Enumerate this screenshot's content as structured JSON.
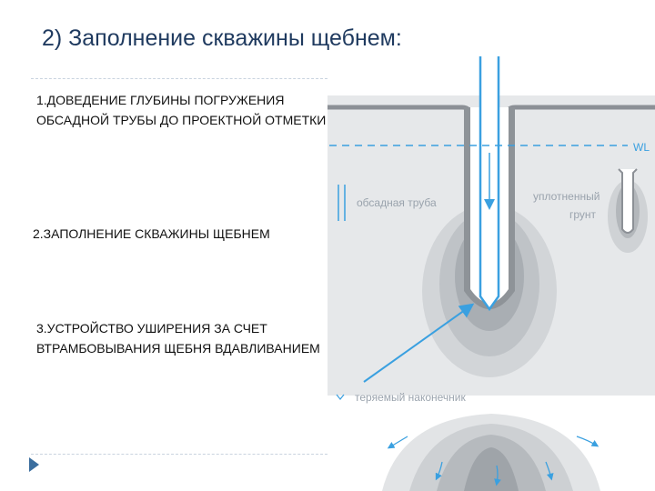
{
  "slide": {
    "title": "2) Заполнение скважины щебнем:",
    "steps": [
      "1.ДОВЕДЕНИЕ ГЛУБИНЫ ПОГРУЖЕНИЯ ОБСАДНОЙ ТРУБЫ ДО ПРОЕКТНОЙ ОТМЕТКИ",
      "2.ЗАПОЛНЕНИЕ СКВАЖИНЫ ЩЕБНЕМ",
      "3.УСТРОЙСТВО УШИРЕНИЯ ЗА СЧЕТ ВТРАМБОВЫВАНИЯ ЩЕБНЯ ВДАВЛИВАНИЕМ"
    ]
  },
  "diagram": {
    "wl_label": "WL",
    "casing_label": "обсадная труба",
    "soil_label_1": "уплотненный",
    "soil_label_2": "грунт",
    "tip_label": "теряемый наконечник"
  },
  "colors": {
    "title": "#1f3a5f",
    "accent_blue": "#3aa0e0",
    "soil": "#e4e6e8",
    "label_gray": "#9aa3ad"
  }
}
